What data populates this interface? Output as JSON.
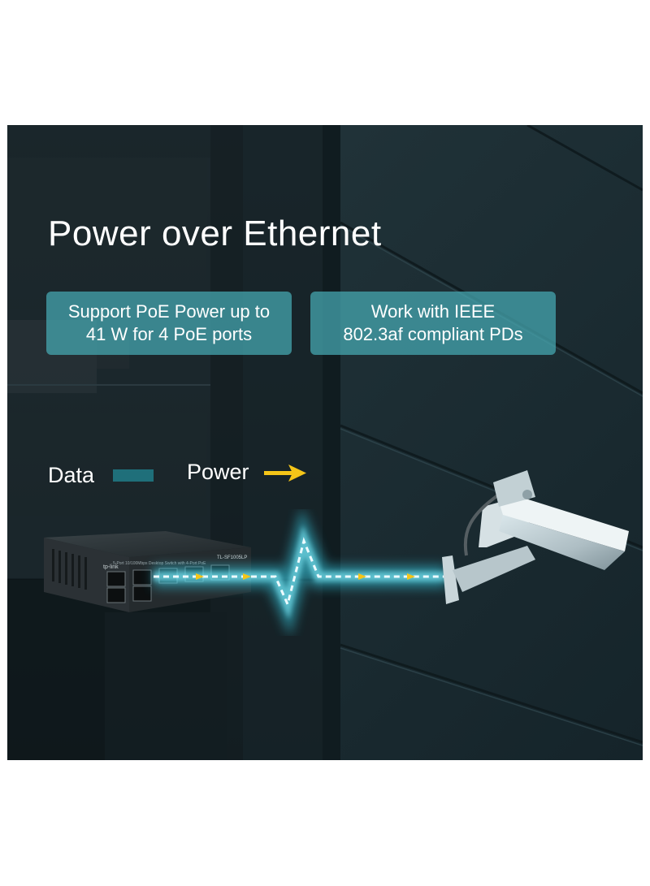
{
  "headline": "Power over Ethernet",
  "features": [
    {
      "line1": "Support PoE Power up to",
      "line2": "41 W for 4 PoE ports"
    },
    {
      "line1": "Work with IEEE",
      "line2": "802.3af compliant PDs"
    }
  ],
  "legend": {
    "data_label": "Data",
    "power_label": "Power",
    "data_color": "#1f6f7a",
    "power_color": "#f5c518"
  },
  "device": {
    "brand": "tp-link",
    "model": "TL-SF1005LP",
    "caption": "5-Port 10/100Mbps Desktop Switch with 4-Port PoE"
  },
  "colors": {
    "background": "#1b2b30",
    "glow": "#39d0e8",
    "box": "#46aab4"
  }
}
